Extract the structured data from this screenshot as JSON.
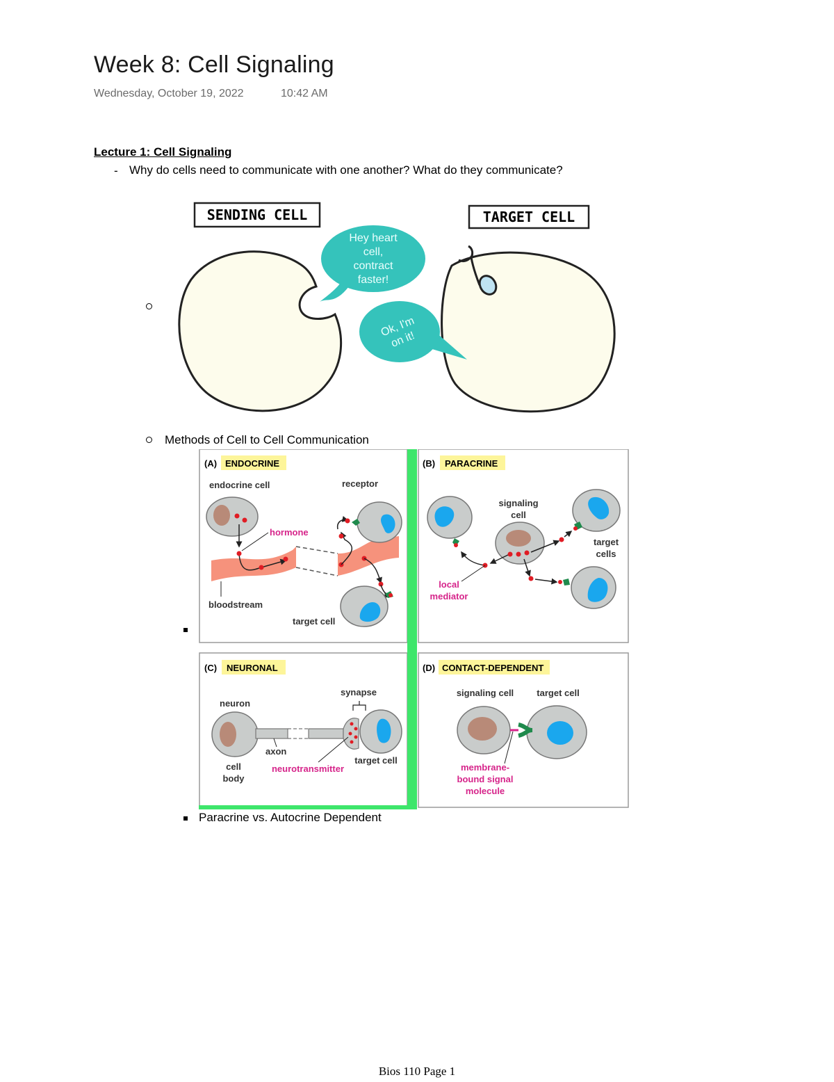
{
  "page": {
    "title": "Week 8: Cell Signaling",
    "date": "Wednesday, October 19, 2022",
    "time": "10:42 AM",
    "heading": "Lecture 1: Cell Signaling",
    "question": "Why do cells need to communicate with one another? What do they communicate?",
    "methods_label": "Methods of Cell to Cell Communication",
    "paracrine_label": "Paracrine vs. Autocrine Dependent",
    "footer": "Bios 110 Page 1"
  },
  "figure1": {
    "sending_label": "SENDING CELL",
    "target_label": "TARGET CELL",
    "bubble1": [
      "Hey heart",
      "cell,",
      "contract",
      "faster!"
    ],
    "bubble2": [
      "Ok, I'm",
      "on it!"
    ]
  },
  "figure2": {
    "a": {
      "tag": "(A)",
      "title": "ENDOCRINE",
      "endocrine_cell": "endocrine cell",
      "receptor": "receptor",
      "hormone": "hormone",
      "bloodstream": "bloodstream",
      "target_cell": "target cell"
    },
    "b": {
      "tag": "(B)",
      "title": "PARACRINE",
      "signaling": "signaling",
      "cell": "cell",
      "target": "target",
      "cells": "cells",
      "local": "local",
      "mediator": "mediator"
    },
    "c": {
      "tag": "(C)",
      "title": "NEURONAL",
      "neuron": "neuron",
      "synapse": "synapse",
      "axon": "axon",
      "cell": "cell",
      "body": "body",
      "neurotransmitter": "neurotransmitter",
      "target_cell": "target cell"
    },
    "d": {
      "tag": "(D)",
      "title": "CONTACT-DEPENDENT",
      "signaling_cell": "signaling cell",
      "target_cell": "target cell",
      "membrane": "membrane-",
      "bound_signal": "bound signal",
      "molecule": "molecule"
    }
  },
  "colors": {
    "teal": "#35c3bb",
    "cell_fill": "#fdfcec",
    "gray_cell": "#c9cccb",
    "nucleus_brown": "#b88a78",
    "nucleus_blue": "#1aa7ee",
    "hormone_red": "#e01c24",
    "receptor_green": "#1f8a4c",
    "magenta_text": "#d6248a",
    "blood": "#f6927c",
    "highlight": "#fdf59a",
    "green_bar": "#3ee66b"
  }
}
